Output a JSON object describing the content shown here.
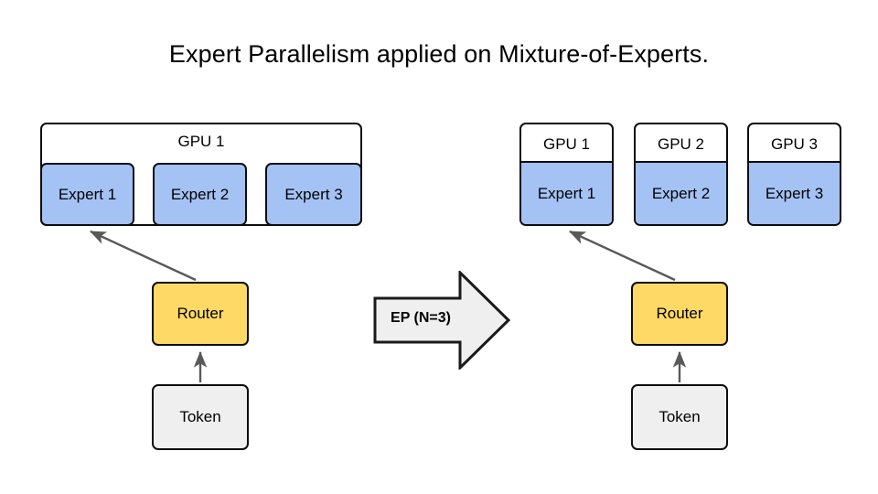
{
  "title": "Expert Parallelism applied on Mixture-of-Experts.",
  "colors": {
    "expert_fill": "#a4c2f4",
    "router_fill": "#ffd966",
    "token_fill": "#efefef",
    "gpu_fill": "#ffffff",
    "stroke": "#0d0d0d",
    "connector": "#595959",
    "arrow_fill": "#efefef"
  },
  "left": {
    "gpu": {
      "label": "GPU 1"
    },
    "experts": [
      {
        "label": "Expert 1"
      },
      {
        "label": "Expert 2"
      },
      {
        "label": "Expert 3"
      }
    ],
    "router": {
      "label": "Router"
    },
    "token": {
      "label": "Token"
    }
  },
  "transform": {
    "label": "EP (N=3)",
    "icon": "right-arrow-icon"
  },
  "right": {
    "gpus": [
      {
        "label": "GPU 1",
        "expert": "Expert 1"
      },
      {
        "label": "GPU 2",
        "expert": "Expert 2"
      },
      {
        "label": "GPU 3",
        "expert": "Expert 3"
      }
    ],
    "router": {
      "label": "Router"
    },
    "token": {
      "label": "Token"
    }
  }
}
